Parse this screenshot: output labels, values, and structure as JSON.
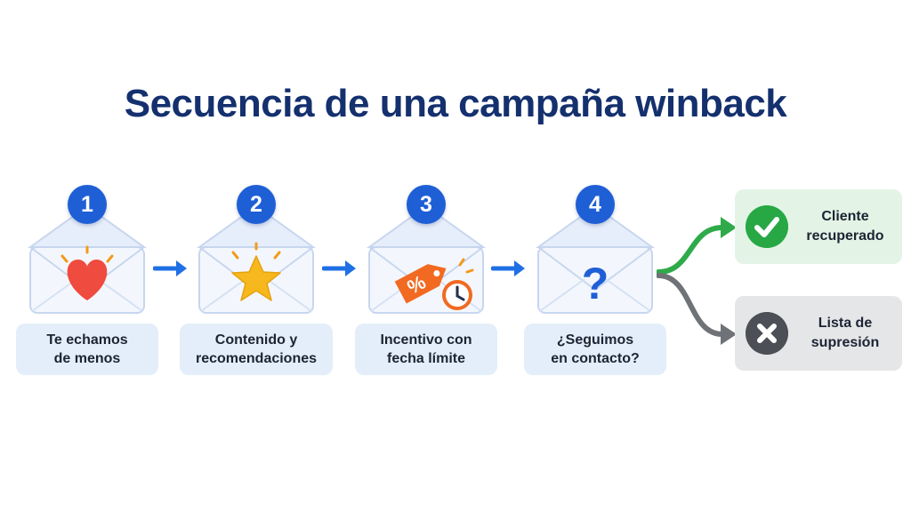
{
  "title": "Secuencia de una campaña winback",
  "steps": [
    {
      "number": "1",
      "icon": "heart-icon",
      "label": "Te echamos\nde menos"
    },
    {
      "number": "2",
      "icon": "star-icon",
      "label": "Contenido y\nrecomendaciones"
    },
    {
      "number": "3",
      "icon": "discount-tag-clock-icon",
      "tag_text": "%",
      "label": "Incentivo con\nfecha límite"
    },
    {
      "number": "4",
      "icon": "question-mark-icon",
      "icon_text": "?",
      "label": "¿Seguimos\nen contacto?"
    }
  ],
  "outcomes": {
    "positive": {
      "icon": "check-circle-icon",
      "label": "Cliente\nrecuperado",
      "color": "#27a845"
    },
    "negative": {
      "icon": "x-circle-icon",
      "label": "Lista de\nsupresión",
      "color": "#4c4f55"
    }
  },
  "colors": {
    "title": "#14306e",
    "badge": "#1f5fd6",
    "arrow": "#1f6fe5",
    "label_bg": "#e4eefa",
    "positive_bg": "#e3f4e6",
    "negative_bg": "#e5e6e8",
    "positive_branch": "#2eaa4a",
    "negative_branch": "#6f7277"
  }
}
